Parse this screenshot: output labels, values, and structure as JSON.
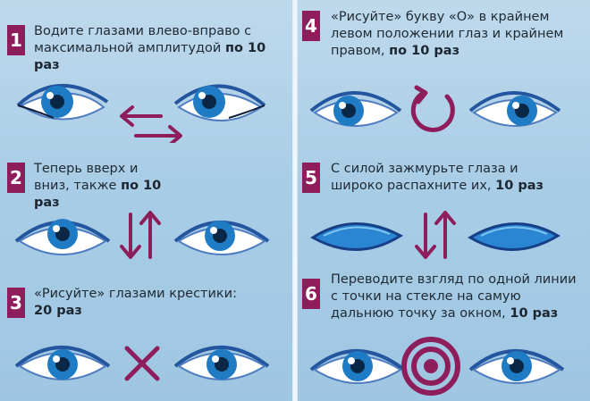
{
  "colors": {
    "accent": "#8d1d5b",
    "iris": "#1f7bc4",
    "lid_outline": "#1d3f8e"
  },
  "steps": [
    {
      "number": "1",
      "text": "Водите глазами влево-вправо с максимальной амплитудой",
      "emphasis": "по 10 раз",
      "icon": "horizontal-arrows-icon"
    },
    {
      "number": "2",
      "text": "Теперь вверх и вниз, также",
      "emphasis": "по 10 раз",
      "icon": "vertical-arrows-icon"
    },
    {
      "number": "3",
      "text": "«Рисуйте» глазами крестики:",
      "emphasis": "20 раз",
      "icon": "cross-icon"
    },
    {
      "number": "4",
      "text": "«Рисуйте» букву «О» в крайнем левом положении глаз и крайнем правом,",
      "emphasis": "по 10 раз",
      "icon": "circular-arrow-icon"
    },
    {
      "number": "5",
      "text": "С силой зажмурьте глаза и широко распахните их,",
      "emphasis": "10 раз",
      "icon": "vertical-arrows-icon"
    },
    {
      "number": "6",
      "text": "Переводите взгляд по одной линии с точки на стекле на самую дальнюю точку за окном,",
      "emphasis": "10 раз",
      "icon": "target-icon"
    }
  ]
}
